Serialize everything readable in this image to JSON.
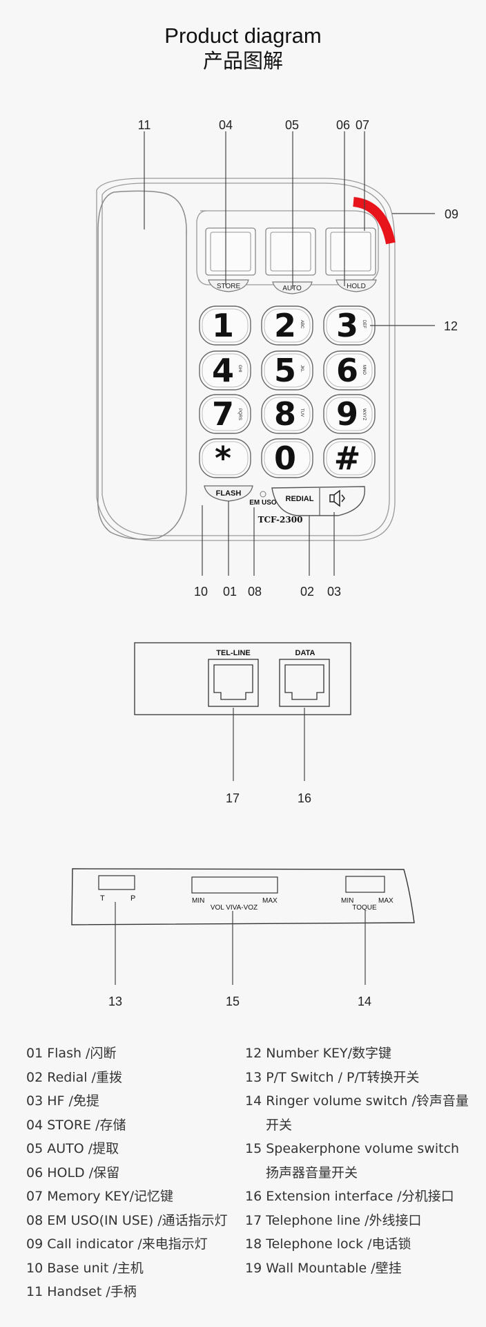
{
  "header": {
    "title": "Product diagram",
    "subtitle": "产品图解"
  },
  "callouts": {
    "c11": "11",
    "c04": "04",
    "c05": "05",
    "c06": "06",
    "c07": "07",
    "c09": "09",
    "c12": "12",
    "c10": "10",
    "c01": "01",
    "c08": "08",
    "c02": "02",
    "c03": "03",
    "c17": "17",
    "c16": "16",
    "c13": "13",
    "c15": "15",
    "c14": "14"
  },
  "phone": {
    "memory_labels": [
      "STORE",
      "AUTO",
      "HOLD"
    ],
    "keys": [
      {
        "main": "1",
        "sub": ""
      },
      {
        "main": "2",
        "sub": "ABC"
      },
      {
        "main": "3",
        "sub": "DEF"
      },
      {
        "main": "4",
        "sub": "GHI"
      },
      {
        "main": "5",
        "sub": "JKL"
      },
      {
        "main": "6",
        "sub": "MNO"
      },
      {
        "main": "7",
        "sub": "PQRS"
      },
      {
        "main": "8",
        "sub": "TUV"
      },
      {
        "main": "9",
        "sub": "WXYZ"
      },
      {
        "main": "*",
        "sub": ""
      },
      {
        "main": "0",
        "sub": ""
      },
      {
        "main": "#",
        "sub": ""
      }
    ],
    "flash_label": "FLASH",
    "em_uso_label": "EM USO",
    "redial_label": "REDIAL",
    "model": "TCF-2300"
  },
  "ports": {
    "tel_line": "TEL-LINE",
    "data": "DATA"
  },
  "side_panel": {
    "t": "T",
    "p": "P",
    "vol_min": "MIN",
    "vol_max": "MAX",
    "vol_label": "VOL VIVA-VOZ",
    "tone_min": "MIN",
    "tone_max": "MAX",
    "tone_label": "TOQUE"
  },
  "legend_left": [
    "01 Flash /闪断",
    "02 Redial /重拨",
    "03 HF /免提",
    "04 STORE /存储",
    "05 AUTO /提取",
    "06 HOLD /保留",
    "07 Memory KEY/记忆键",
    "08 EM USO(IN USE) /通话指示灯",
    "09 Call indicator /来电指示灯",
    "10 Base unit /主机",
    "11  Handset /手柄"
  ],
  "legend_right": [
    "12  Number KEY/数字键",
    "13  P/T Switch / P/T转换开关",
    "14  Ringer volume switch /铃声音量",
    "开关",
    "15  Speakerphone volume switch",
    "扬声器音量开关",
    "16  Extension interface /分机接口",
    "17  Telephone line /外线接口",
    "18  Telephone lock /电话锁",
    "19  Wall Mountable /壁挂"
  ],
  "colors": {
    "call_indicator": "#e8141c",
    "line_art": "#555555"
  }
}
